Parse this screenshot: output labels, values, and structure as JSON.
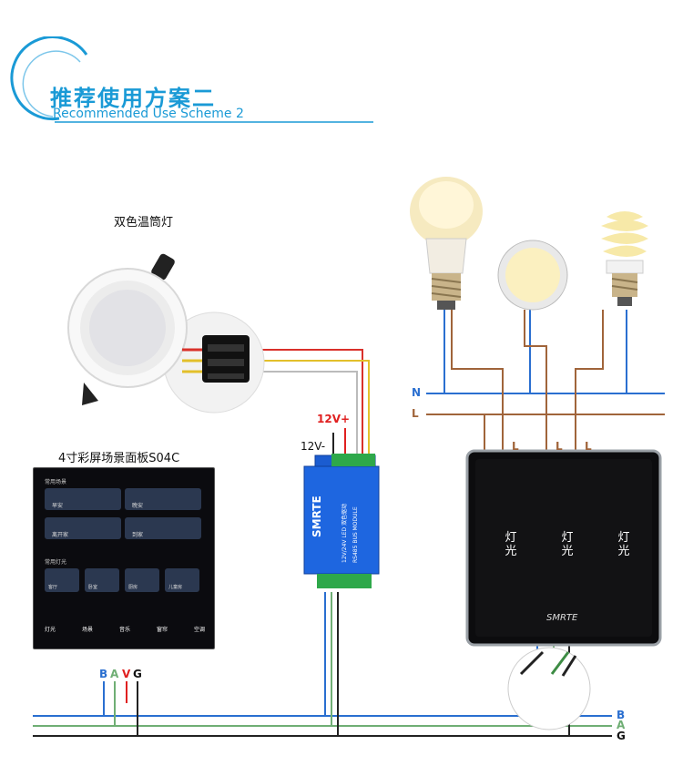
{
  "header": {
    "title_cn": "推荐使用方案二",
    "title_en": "Recommended Use Scheme 2"
  },
  "devices": {
    "downlight_label": "双色温筒灯",
    "panel_label": "4寸彩屏场景面板S04C",
    "driver_brand": "SMRTE",
    "switch_brand": "SMRTE",
    "switch_keys": [
      "灯\n光",
      "灯\n光",
      "灯\n光"
    ]
  },
  "power": {
    "v_plus": "12V+",
    "v_minus": "12V-"
  },
  "mains": {
    "n": "N",
    "l": "L",
    "switch_l_labels": [
      "L",
      "L",
      "L"
    ]
  },
  "bus": {
    "left_labels": [
      "B",
      "A",
      "V",
      "G"
    ],
    "right_labels": [
      "B",
      "A",
      "G"
    ]
  },
  "panel_screen": {
    "section1": "常用场景",
    "scenes": [
      "早安",
      "晚安",
      "离开家",
      "到家"
    ],
    "section2": "常用灯光",
    "lights": [
      "客厅",
      "卧室",
      "厨房",
      "儿童房"
    ],
    "nav": [
      "灯光",
      "场景",
      "音乐",
      "窗帘",
      "空调"
    ]
  },
  "colors": {
    "accent": "#1a9ad6",
    "wire_blue": "#2a6fd0",
    "wire_brown": "#a0643a",
    "wire_green": "#6fae74",
    "wire_red": "#d9302a",
    "wire_yellow": "#e3c02a",
    "v_red": "#e02020"
  }
}
